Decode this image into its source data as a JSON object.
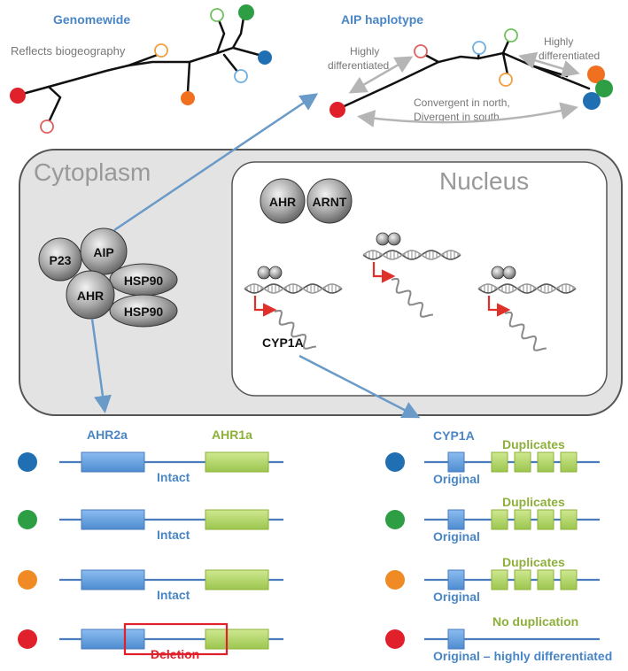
{
  "top_left": {
    "title": "Genomewide",
    "subtitle": "Reflects biogeography"
  },
  "top_right": {
    "title": "AIP haplotype",
    "left_label_line1": "Highly",
    "left_label_line2": "differentiated",
    "right_label_line1": "Highly",
    "right_label_line2": "differentiated",
    "bottom_label_line1": "Convergent in north,",
    "bottom_label_line2": "Divergent in south"
  },
  "cell": {
    "cytoplasm_label": "Cytoplasm",
    "nucleus_label": "Nucleus",
    "proteins": {
      "p23": "P23",
      "aip": "AIP",
      "ahr": "AHR",
      "hsp90_a": "HSP90",
      "hsp90_b": "HSP90",
      "ahr_nuc": "AHR",
      "arnt": "ARNT"
    },
    "gene_label": "CYP1A"
  },
  "ahr_panel": {
    "gene_a": "AHR2a",
    "gene_b": "AHR1a",
    "rows": [
      {
        "color": "#1f6fb2",
        "label": "Intact"
      },
      {
        "color": "#2e9e45",
        "label": "Intact"
      },
      {
        "color": "#f08a24",
        "label": "Intact"
      },
      {
        "color": "#e0202a",
        "label": "Deletion"
      }
    ]
  },
  "cyp_panel": {
    "gene": "CYP1A",
    "rows": [
      {
        "color": "#1f6fb2",
        "top": "Duplicates",
        "bottom": "Original"
      },
      {
        "color": "#2e9e45",
        "top": "Duplicates",
        "bottom": "Original"
      },
      {
        "color": "#f08a24",
        "top": "Duplicates",
        "bottom": "Original"
      },
      {
        "color": "#e0202a",
        "top": "No duplication",
        "bottom": "Original – highly differentiated"
      }
    ]
  },
  "colors": {
    "blue_text": "#4a86c5",
    "green_text": "#8db03a",
    "red_text": "#e0202a",
    "gene_blue": "#6aa6e0",
    "gene_green": "#b6d86a"
  }
}
